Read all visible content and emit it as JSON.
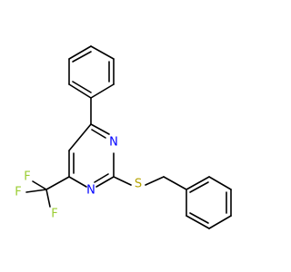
{
  "molecule": {
    "atoms": {
      "n3": {
        "symbol": "N",
        "color": "#0000ff"
      },
      "n1": {
        "symbol": "N",
        "color": "#0000ff"
      },
      "s": {
        "symbol": "S",
        "color": "#b5a300"
      },
      "f1": {
        "symbol": "F",
        "color": "#9acd32"
      },
      "f2": {
        "symbol": "F",
        "color": "#9acd32"
      },
      "f3": {
        "symbol": "F",
        "color": "#9acd32"
      }
    },
    "bond_color": "#000000"
  }
}
